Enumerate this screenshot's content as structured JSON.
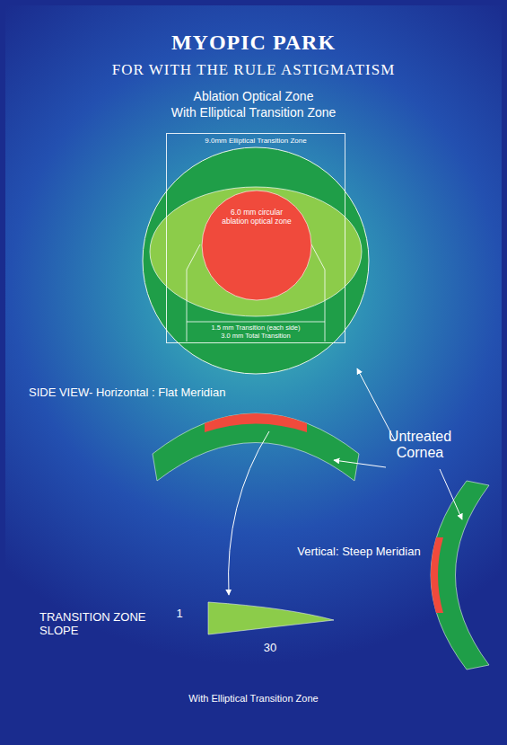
{
  "diagram": {
    "title": "MYOPIC PARK",
    "caption": "With Elliptical Transition Zone",
    "nodes": [
      {
        "text": [
          "9.0mm Elliptical Transition Zone"
        ]
      },
      {
        "text": [
          "6.0 mm circular ablation optical zone"
        ],
        "in": 0
      }
    ],
    "labels": [
      "FOR WITH THE RULE ASTIGMATISM",
      "Ablation Optical Zone",
      "With Elliptical Transition Zone",
      "1.5 mm Transition (each side)",
      "3.0 mm Total Transition",
      "SIDE VIEW- Horizontal : Flat Meridian",
      "Untreated Cornea",
      "Vertical: Steep Meridian",
      "TRANSITION ZONE SLOPE",
      "1",
      "30"
    ]
  }
}
